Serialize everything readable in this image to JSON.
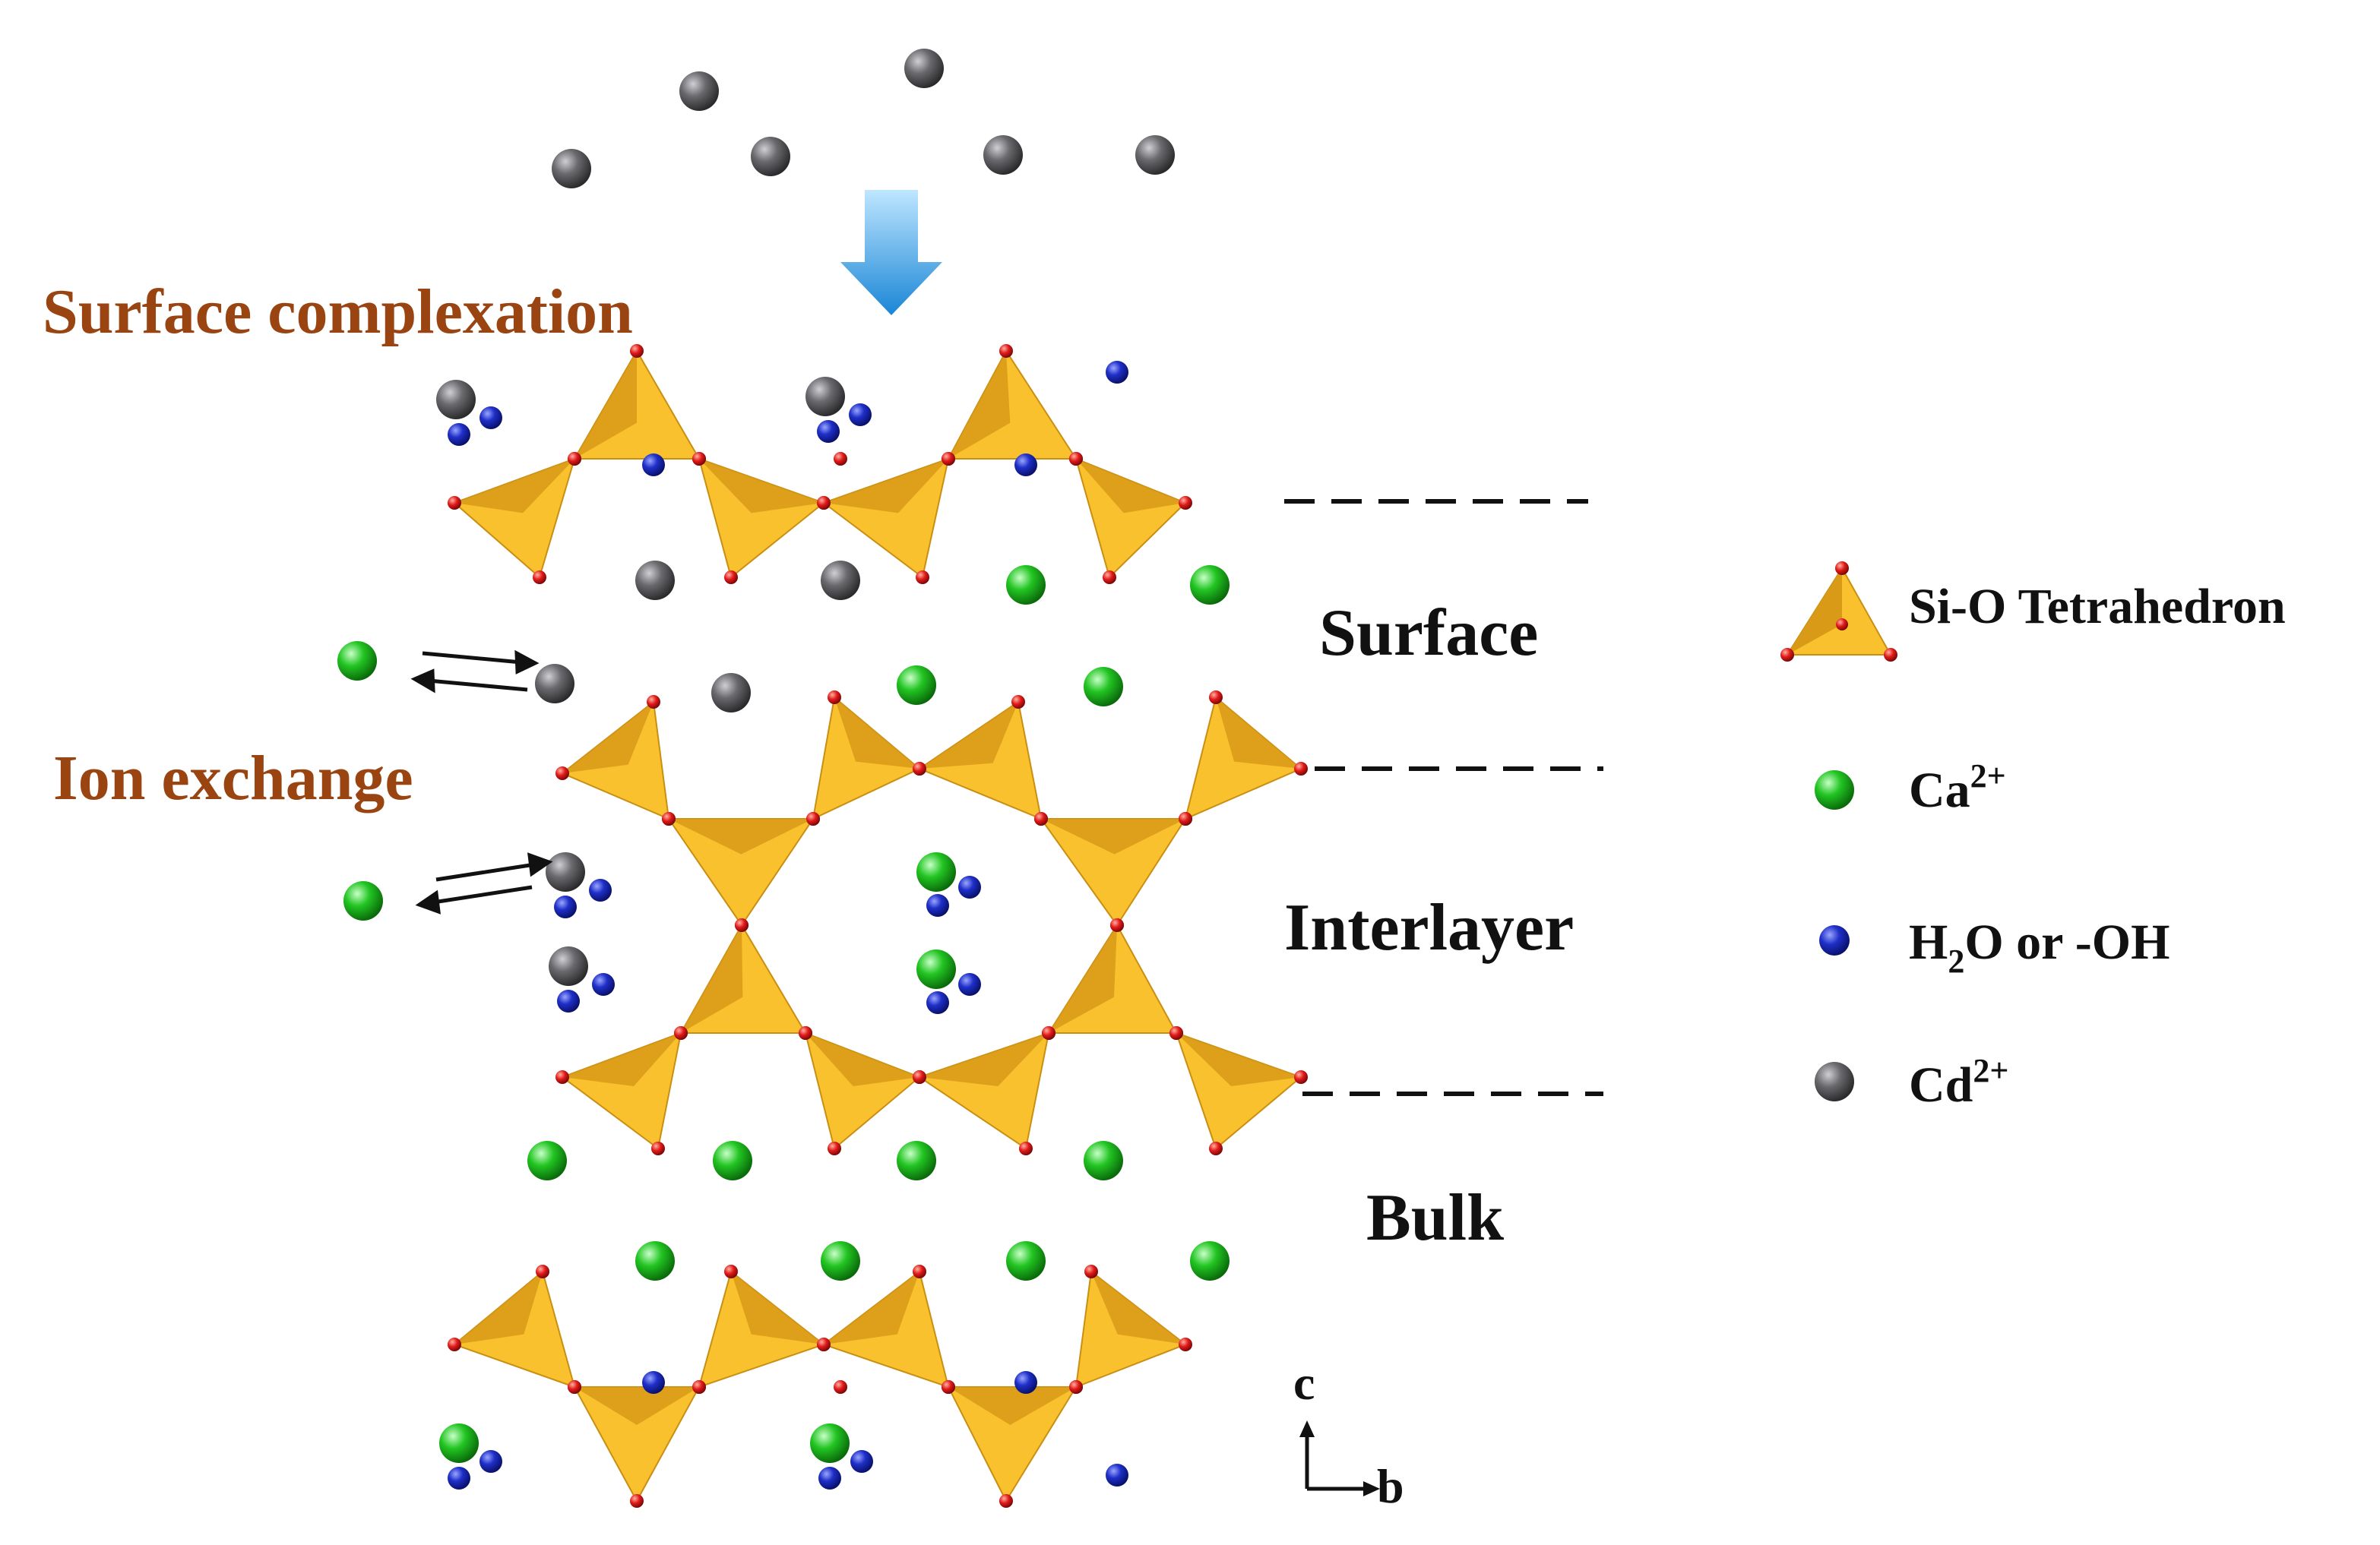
{
  "process_labels": {
    "surface_complexation": "Surface complexation",
    "ion_exchange": "Ion exchange"
  },
  "regions": {
    "surface": "Surface",
    "interlayer": "Interlayer",
    "bulk": "Bulk"
  },
  "legend": {
    "tetrahedron": {
      "label": "Si-O Tetrahedron"
    },
    "calcium": {
      "base": "Ca",
      "sup": "2+",
      "color": "#22c522"
    },
    "water": {
      "part1": "H",
      "sub": "2",
      "part2": "O or -OH",
      "color": "#1f2fc8"
    },
    "cadmium": {
      "base": "Cd",
      "sup": "2+",
      "color": "#5c5c60"
    }
  },
  "axes": {
    "c": "c",
    "b": "b"
  },
  "colors": {
    "tetrahedron_fill": "#f9c12e",
    "tetrahedron_shade": "#d99a18",
    "oxygen": "#e11a1a",
    "arrow": "#3aa6e6",
    "process_text": "#9a4412"
  }
}
